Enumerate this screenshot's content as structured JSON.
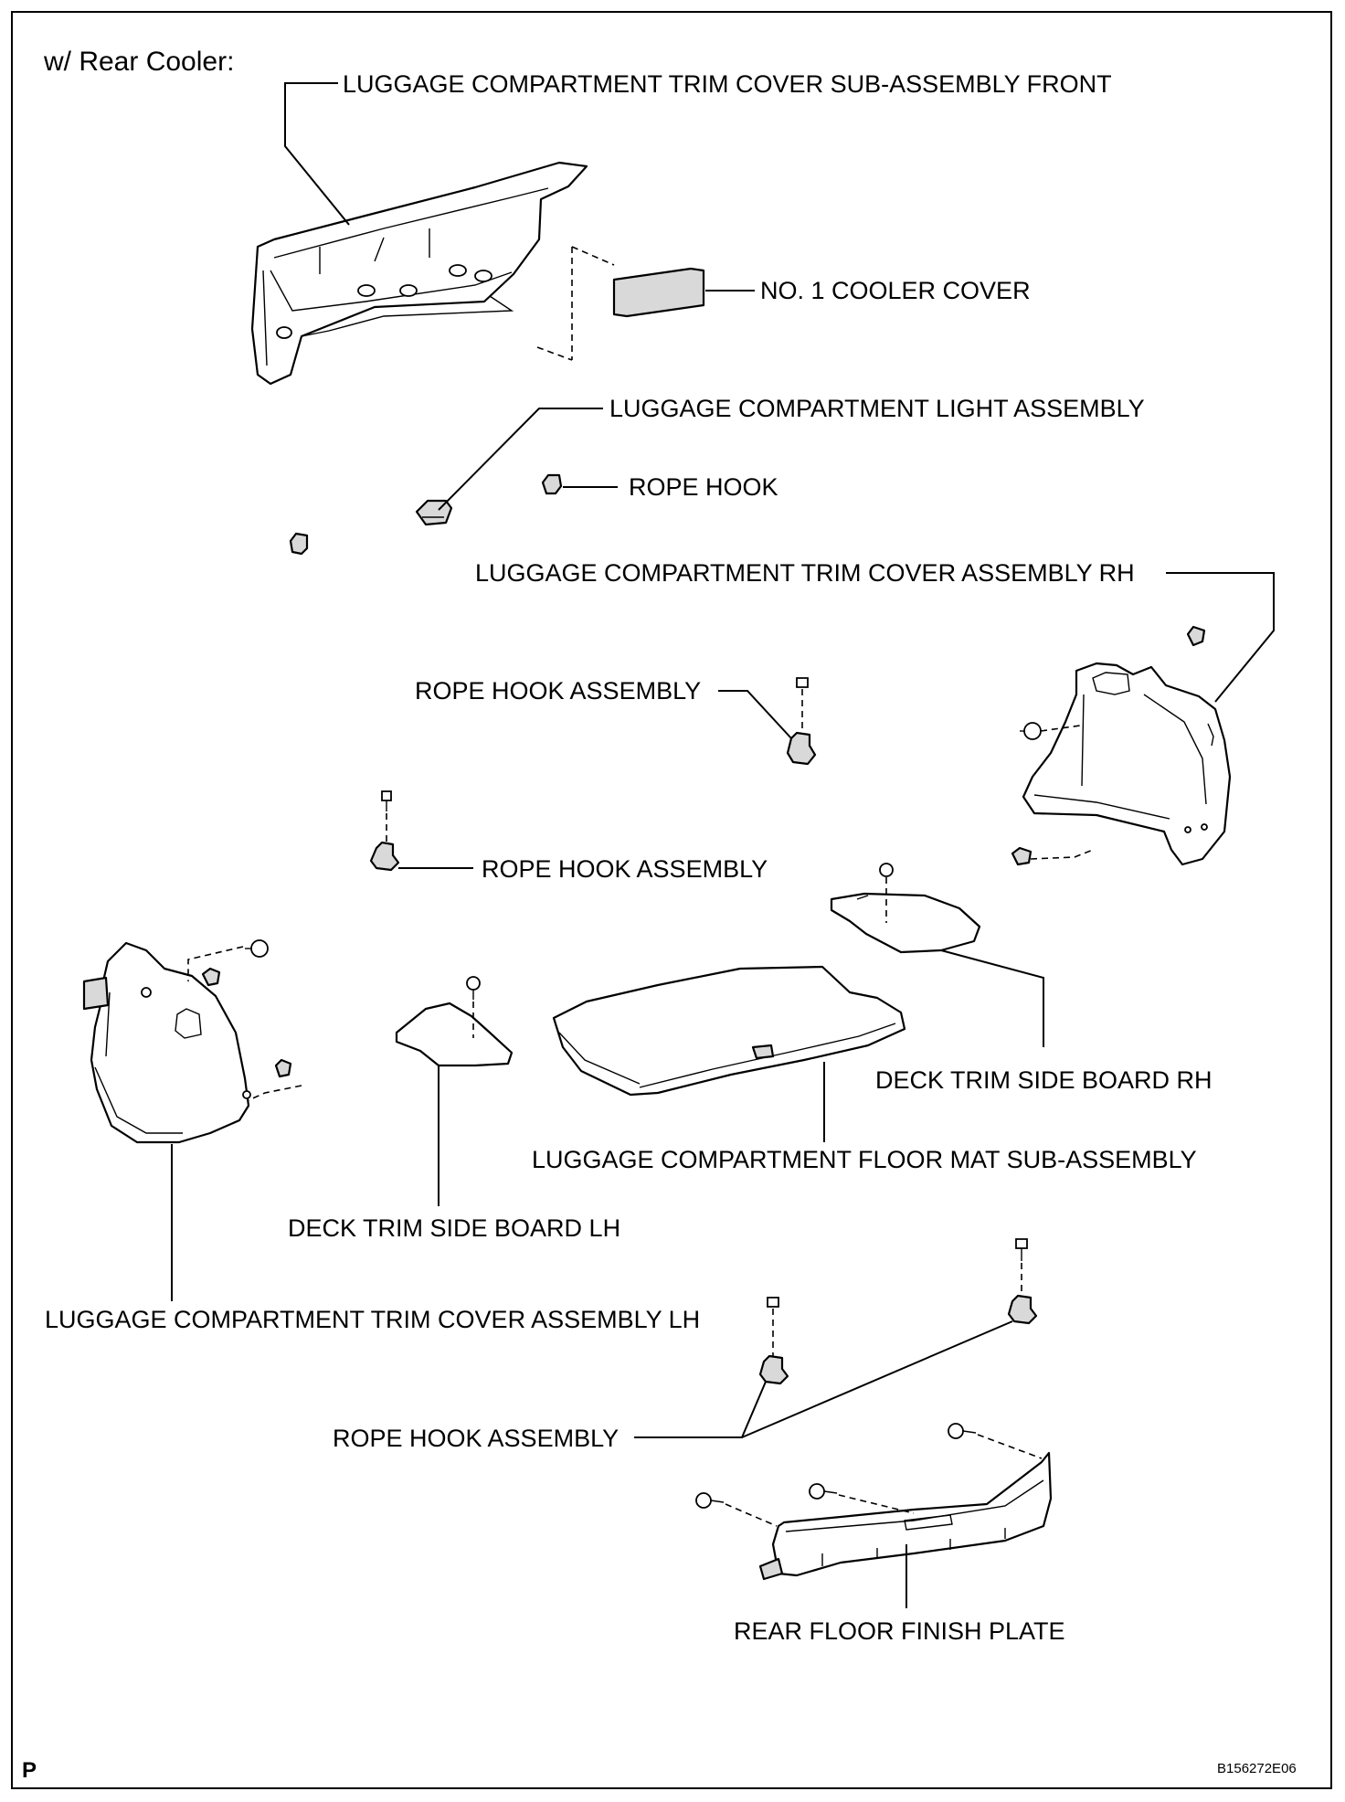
{
  "header": {
    "variant": "w/ Rear Cooler:"
  },
  "labels": {
    "trim_cover_front": "LUGGAGE COMPARTMENT TRIM COVER SUB-ASSEMBLY FRONT",
    "cooler_cover": "NO. 1 COOLER COVER",
    "light_assembly": "LUGGAGE COMPARTMENT LIGHT ASSEMBLY",
    "rope_hook": "ROPE HOOK",
    "trim_cover_rh": "LUGGAGE COMPARTMENT TRIM COVER ASSEMBLY RH",
    "rope_hook_assembly_1": "ROPE HOOK ASSEMBLY",
    "rope_hook_assembly_2": "ROPE HOOK ASSEMBLY",
    "deck_board_rh": "DECK TRIM SIDE BOARD RH",
    "floor_mat": "LUGGAGE COMPARTMENT FLOOR MAT SUB-ASSEMBLY",
    "deck_board_lh": "DECK TRIM SIDE BOARD LH",
    "trim_cover_lh": "LUGGAGE COMPARTMENT TRIM COVER ASSEMBLY LH",
    "rope_hook_assembly_3": "ROPE HOOK ASSEMBLY",
    "rear_floor_plate": "REAR FLOOR FINISH PLATE"
  },
  "footer": {
    "page_mark": "P",
    "figure_code": "B156272E06"
  }
}
